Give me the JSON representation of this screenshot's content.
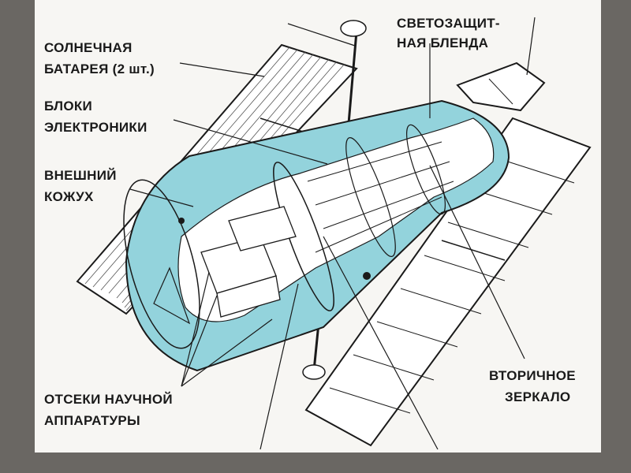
{
  "labels": {
    "solar_panel": [
      "СОЛНЕЧНАЯ",
      "БАТАРЕЯ (2 шт.)"
    ],
    "electronics": [
      "БЛОКИ",
      "ЭЛЕКТРОНИКИ"
    ],
    "outer_shell": [
      "ВНЕШНИЙ",
      "КОЖУХ"
    ],
    "instrument_bays": [
      "ОТСЕКИ НАУЧНОЙ",
      "АППАРАТУРЫ"
    ],
    "light_shield": [
      "СВЕТОЗАЩИТ-",
      "НАЯ БЛЕНДА"
    ],
    "secondary_mirror": [
      "ВТОРИЧНОЕ",
      "ЗЕРКАЛО"
    ]
  },
  "colors": {
    "frame": "#6a6763",
    "paper": "#f7f6f3",
    "body": "#93d3dc",
    "ink": "#1a1a1a"
  }
}
